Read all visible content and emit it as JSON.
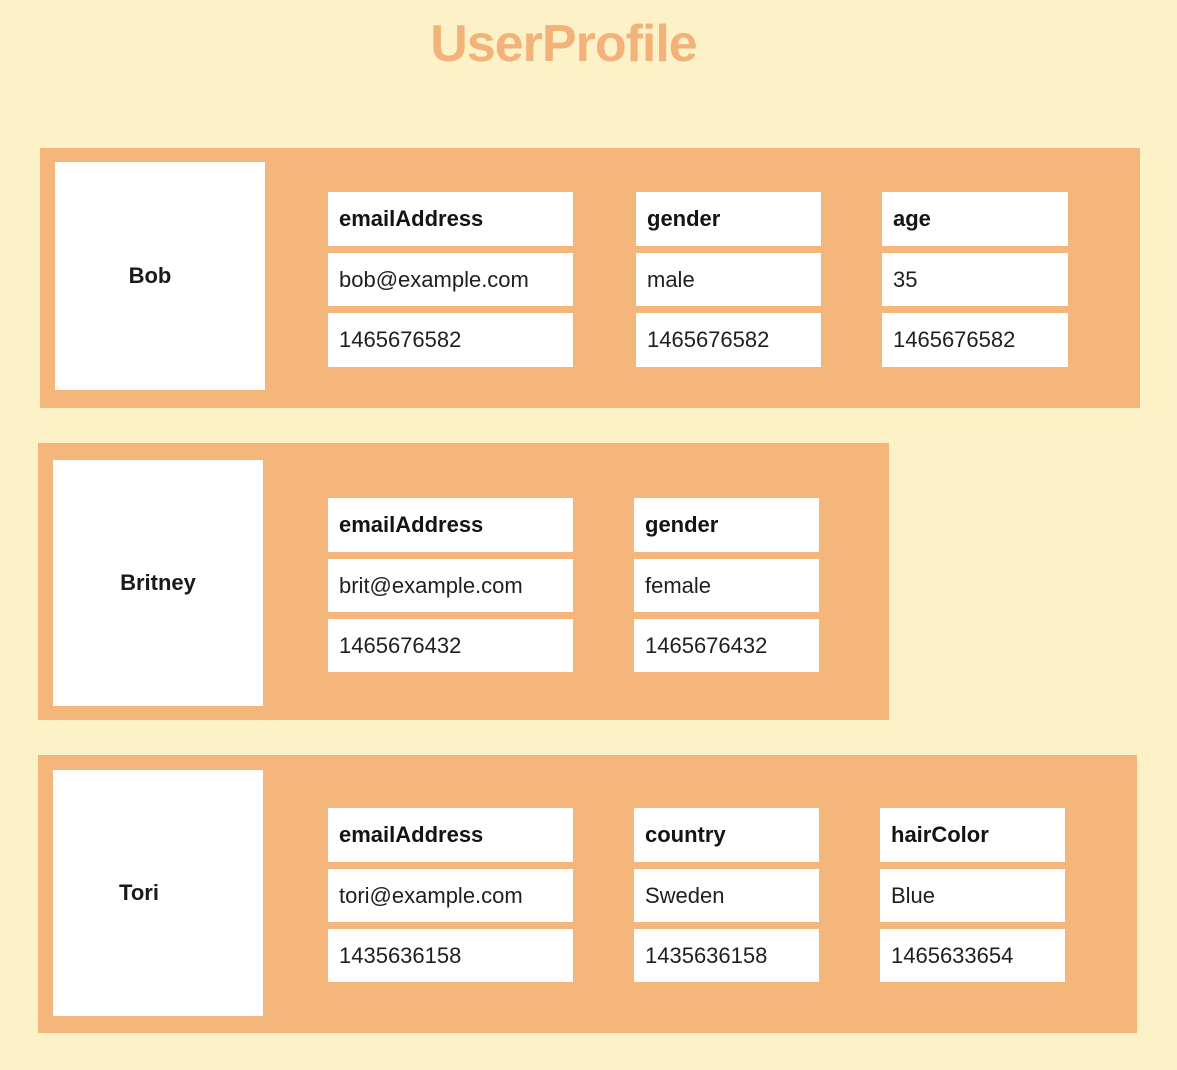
{
  "title": "UserProfile",
  "colors": {
    "background": "#FDF1C8",
    "row_fill": "#F4B67B",
    "title": "#F2B27A",
    "cell_fill": "#FFFFFF"
  },
  "profiles": [
    {
      "name": "Bob",
      "attributes": [
        {
          "key": "emailAddress",
          "value": "bob@example.com",
          "timestamp": "1465676582"
        },
        {
          "key": "gender",
          "value": "male",
          "timestamp": "1465676582"
        },
        {
          "key": "age",
          "value": "35",
          "timestamp": "1465676582"
        }
      ]
    },
    {
      "name": "Britney",
      "attributes": [
        {
          "key": "emailAddress",
          "value": "brit@example.com",
          "timestamp": "1465676432"
        },
        {
          "key": "gender",
          "value": "female",
          "timestamp": "1465676432"
        }
      ]
    },
    {
      "name": "Tori",
      "attributes": [
        {
          "key": "emailAddress",
          "value": "tori@example.com",
          "timestamp": "1435636158"
        },
        {
          "key": "country",
          "value": "Sweden",
          "timestamp": "1435636158"
        },
        {
          "key": "hairColor",
          "value": "Blue",
          "timestamp": "1465633654"
        }
      ]
    }
  ]
}
